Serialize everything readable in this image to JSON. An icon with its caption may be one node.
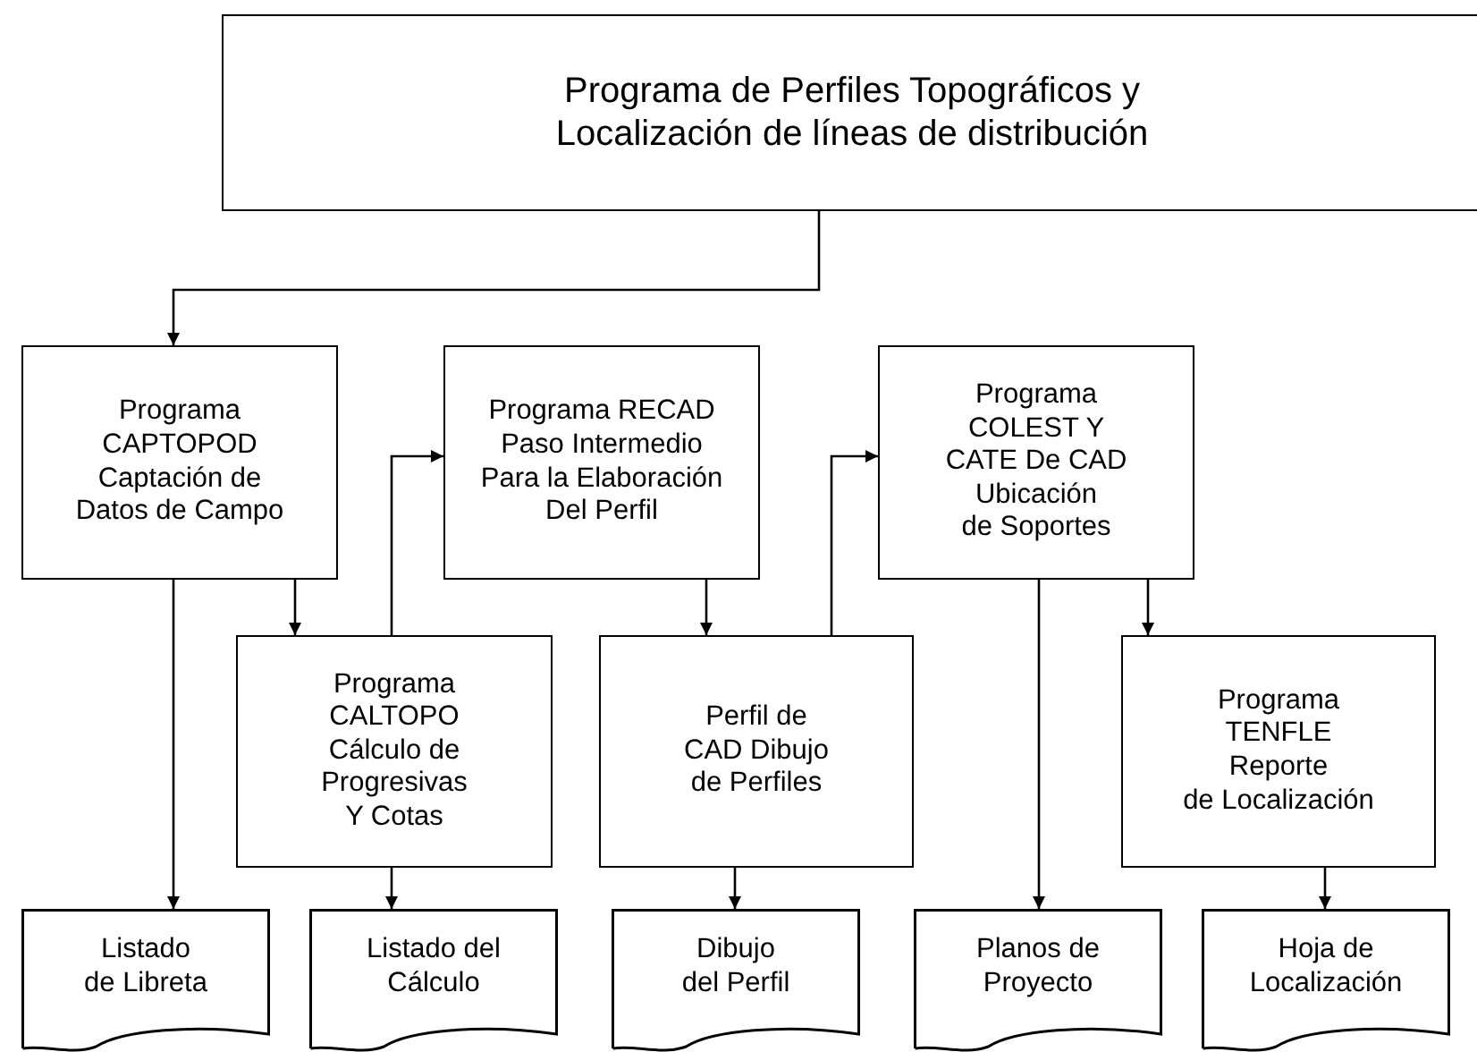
{
  "diagram": {
    "nodes": [
      {
        "text": [
          "Programa de Perfiles Topográficos y Localización de líneas de distribución"
        ]
      },
      {
        "text": [
          "Programa CAPTOPOD Captación de Datos de Campo"
        ]
      },
      {
        "text": [
          "Programa RECAD Paso Intermedio Para la Elaboración Del Perfil"
        ]
      },
      {
        "text": [
          "Programa COLEST Y CATE De CAD Ubicación de Soportes"
        ]
      },
      {
        "text": [
          "Programa CALTOPO Cálculo de Progresivas Y Cotas"
        ]
      },
      {
        "text": [
          "Perfil de CAD Dibujo de Perfiles"
        ]
      },
      {
        "text": [
          "Programa TENFLE Reporte de Localización"
        ]
      },
      {
        "text": [
          "Listado de Libreta"
        ]
      },
      {
        "text": [
          "Listado del Cálculo"
        ]
      },
      {
        "text": [
          "Dibujo del Perfil"
        ]
      },
      {
        "text": [
          "Planos de Proyecto"
        ]
      },
      {
        "text": [
          "Hoja de Localización"
        ]
      }
    ],
    "edges": [
      {
        "from": 0,
        "to": 1,
        "arrow": "to"
      },
      {
        "from": 1,
        "to": 7,
        "arrow": "to"
      },
      {
        "from": 1,
        "to": 4,
        "arrow": "to"
      },
      {
        "from": 4,
        "to": 2,
        "arrow": "to"
      },
      {
        "from": 4,
        "to": 8,
        "arrow": "to"
      },
      {
        "from": 2,
        "to": 5,
        "arrow": "to"
      },
      {
        "from": 5,
        "to": 9,
        "arrow": "to"
      },
      {
        "from": 5,
        "to": 3,
        "arrow": "to"
      },
      {
        "from": 3,
        "to": 10,
        "arrow": "to"
      },
      {
        "from": 3,
        "to": 6,
        "arrow": "to"
      },
      {
        "from": 6,
        "to": 11,
        "arrow": "to"
      }
    ]
  }
}
